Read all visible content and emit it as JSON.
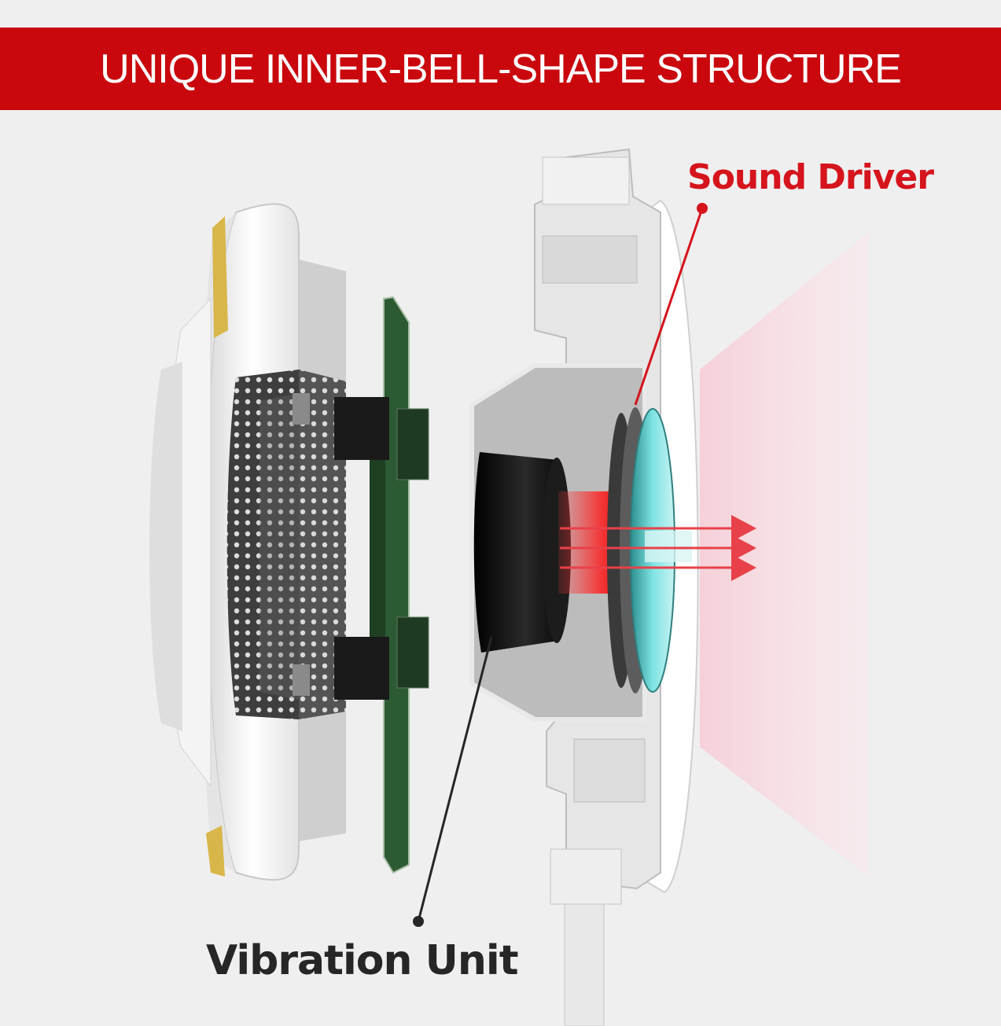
{
  "banner": {
    "title": "UNIQUE INNER-BELL-SHAPE STRUCTURE",
    "color": "#c9070d"
  },
  "labels": {
    "sound_driver": "Sound Driver",
    "vibration_unit": "Vibration Unit"
  },
  "colors": {
    "accent_red": "#d5141c",
    "dark_text": "#262626",
    "background": "#efefef",
    "pcb_green": "#2c5a32",
    "lens_cyan": "#6fd9d8"
  },
  "icons": [
    "earcup-shell",
    "mesh-grille",
    "circuit-board",
    "vibration-motor",
    "sound-driver-lens",
    "sound-wave-arrows"
  ]
}
